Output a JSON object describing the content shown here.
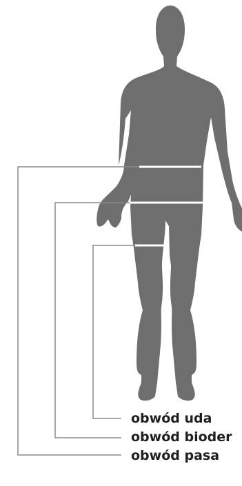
{
  "colors": {
    "body_fill": "#6e6e6e",
    "guide_line": "#8a8a8a",
    "measure_band": "#ffffff",
    "label_text": "#1e1e1e"
  },
  "labels": {
    "thigh": "obwód uda",
    "hips": "obwód bioder",
    "waist": "obwód pasa"
  }
}
